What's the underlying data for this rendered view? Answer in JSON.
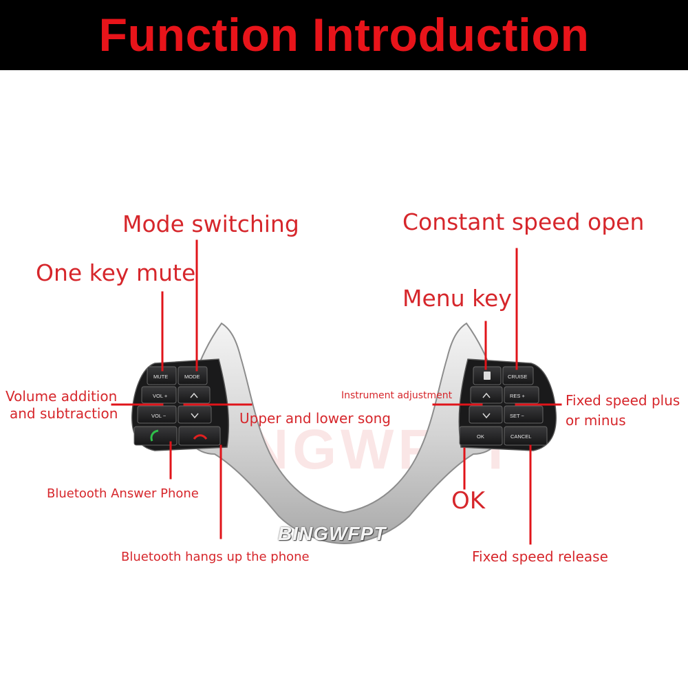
{
  "header": {
    "title": "Function Introduction"
  },
  "labels": {
    "mode_switching": "Mode switching",
    "one_key_mute": "One key mute",
    "volume_1": "Volume addition",
    "volume_2": "and subtraction",
    "upper_lower_song": "Upper and lower song",
    "bt_answer": "Bluetooth Answer Phone",
    "bt_hangup": "Bluetooth hangs up the phone",
    "constant_speed_open": "Constant speed open",
    "menu_key": "Menu key",
    "instrument_adjustment": "Instrument adjustment",
    "fixed_speed_1": "Fixed speed plus",
    "fixed_speed_2": "or minus",
    "ok": "OK",
    "fixed_speed_release": "Fixed speed release"
  },
  "buttons": {
    "mute": "MUTE",
    "mode": "MODE",
    "vol_plus": "VOL +",
    "vol_minus": "VOL −",
    "up": "⌃",
    "down": "⌄",
    "menu": "▤",
    "cruise": "CRUISE",
    "res": "RES +",
    "set": "SET −",
    "ok": "OK",
    "cancel": "CANCEL"
  },
  "watermark": "BINGWFPT",
  "watermark_faint": "NGWFPT",
  "colors": {
    "banner_bg": "#000000",
    "title": "#e8141a",
    "label": "#d6262b",
    "line": "#e0141a",
    "panel": "#1c1c1e"
  }
}
